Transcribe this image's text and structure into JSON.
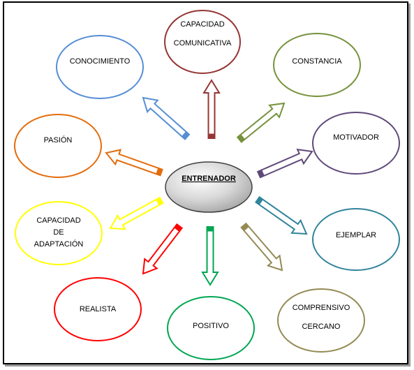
{
  "center": {
    "label": "ENTRENADOR"
  },
  "nodes": [
    {
      "id": "capacidad-comunicativa",
      "lines": [
        "CAPACIDAD",
        "COMUNICATIVA"
      ],
      "color": "#943634"
    },
    {
      "id": "constancia",
      "lines": [
        "CONSTANCIA"
      ],
      "color": "#76923c"
    },
    {
      "id": "motivador",
      "lines": [
        "MOTIVADOR"
      ],
      "color": "#5f497a"
    },
    {
      "id": "ejemplar",
      "lines": [
        "EJEMPLAR"
      ],
      "color": "#31849b"
    },
    {
      "id": "comprensivo-cercano",
      "lines": [
        "COMPRENSIVO",
        "CERCANO"
      ],
      "color": "#948a54"
    },
    {
      "id": "positivo",
      "lines": [
        "POSITIVO"
      ],
      "color": "#00a651"
    },
    {
      "id": "realista",
      "lines": [
        "REALISTA"
      ],
      "color": "#ff0000"
    },
    {
      "id": "capacidad-adaptacion",
      "lines": [
        "CAPACIDAD",
        "DE",
        "ADAPTACIÓN"
      ],
      "color": "#ffff00"
    },
    {
      "id": "pasion",
      "lines": [
        "PASIÓN"
      ],
      "color": "#e46c0a"
    },
    {
      "id": "conocimiento",
      "lines": [
        "CONOCIMIENTO"
      ],
      "color": "#558ed5"
    }
  ]
}
